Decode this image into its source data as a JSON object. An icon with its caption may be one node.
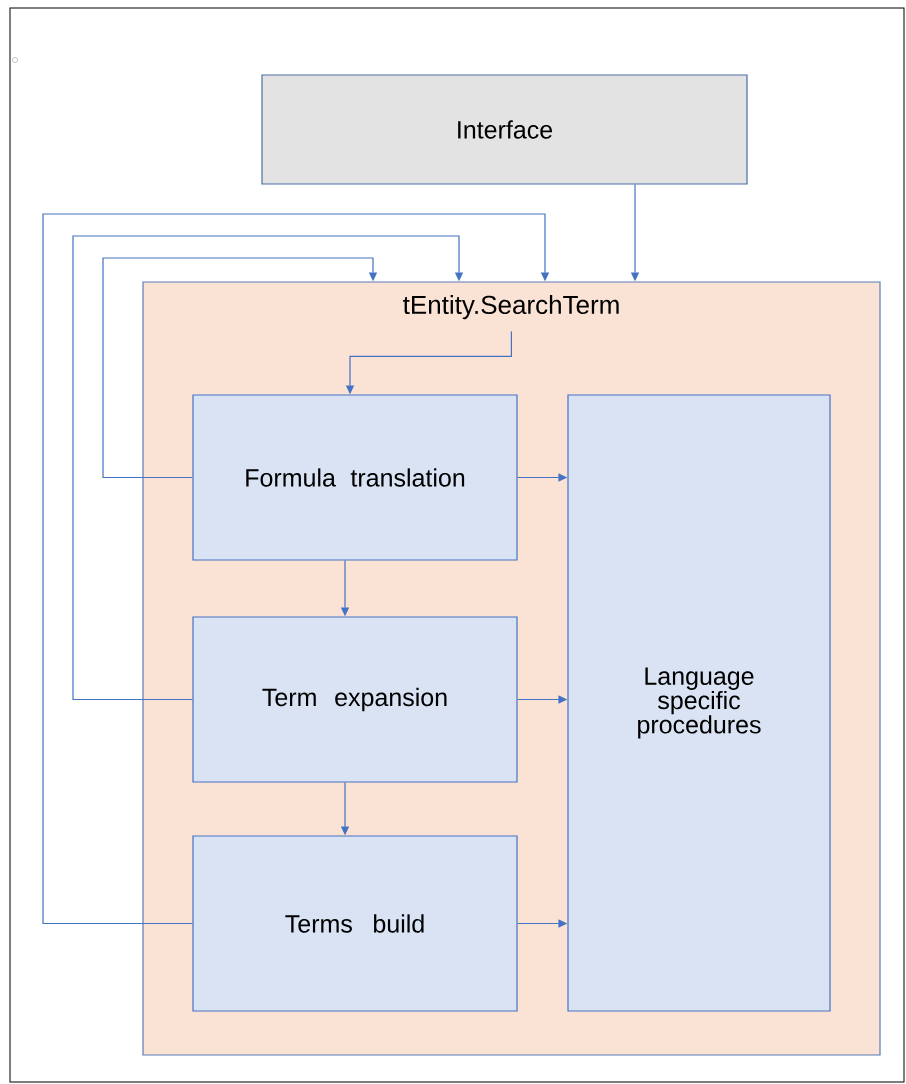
{
  "diagram": {
    "nodes": [
      {
        "text": [
          "Interface"
        ]
      },
      {
        "text": [
          "tEntity.SearchTerm"
        ]
      },
      {
        "text": [
          "Formula translation"
        ],
        "in": 1
      },
      {
        "text": [
          "Term expansion"
        ],
        "in": 1
      },
      {
        "text": [
          "Terms build"
        ],
        "in": 1
      },
      {
        "text": [
          "Language specific procedures"
        ],
        "in": 1
      }
    ],
    "edges": [
      {
        "from": 0,
        "to": 1,
        "arrow": "to"
      },
      {
        "from": 4,
        "to": 1,
        "arrow": "to"
      },
      {
        "from": 3,
        "to": 1,
        "arrow": "to"
      },
      {
        "from": 2,
        "to": 1,
        "arrow": "to"
      },
      {
        "from": 1,
        "to": 2,
        "arrow": "to"
      },
      {
        "from": 2,
        "to": 3,
        "arrow": "to"
      },
      {
        "from": 3,
        "to": 4,
        "arrow": "to"
      },
      {
        "from": 2,
        "to": 5,
        "arrow": "to"
      },
      {
        "from": 3,
        "to": 5,
        "arrow": "to"
      },
      {
        "from": 4,
        "to": 5,
        "arrow": "to"
      }
    ]
  }
}
